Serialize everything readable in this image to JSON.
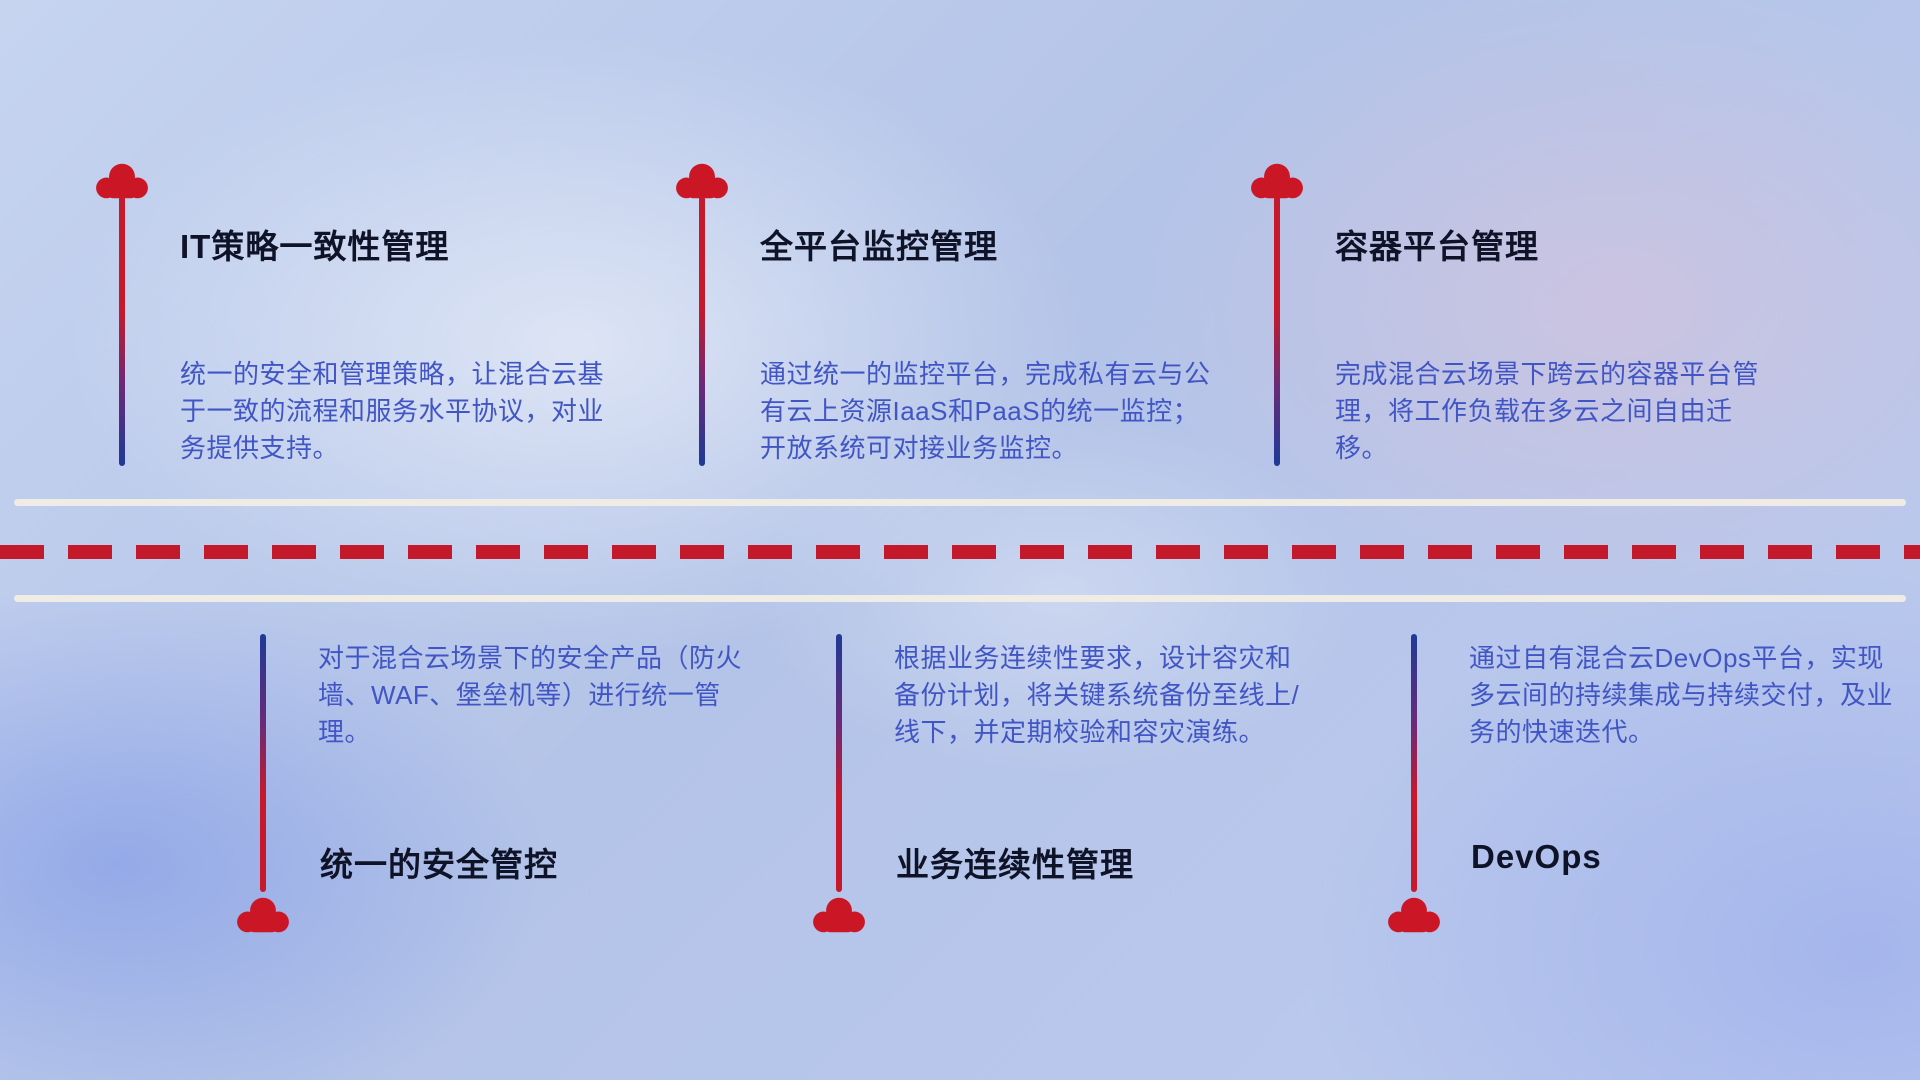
{
  "top_items": [
    {
      "title": "IT策略一致性管理",
      "description": "统一的安全和管理策略，让混合云基于一致的流程和服务水平协议，对业务提供支持。"
    },
    {
      "title": "全平台监控管理",
      "description": "通过统一的监控平台，完成私有云与公有云上资源IaaS和PaaS的统一监控；开放系统可对接业务监控。"
    },
    {
      "title": "容器平台管理",
      "description": "完成混合云场景下跨云的容器平台管理，将工作负载在多云之间自由迁移。"
    }
  ],
  "bottom_items": [
    {
      "title": "统一的安全管控",
      "description": "对于混合云场景下的安全产品（防火墙、WAF、堡垒机等）进行统一管理。"
    },
    {
      "title": "业务连续性管理",
      "description": "根据业务连续性要求，设计容灾和备份计划，将关键系统备份至线上/线下，并定期校验和容灾演练。"
    },
    {
      "title": "DevOps",
      "description": "通过自有混合云DevOps平台，实现多云间的持续集成与持续交付，及业务的快速迭代。"
    }
  ],
  "icons": {
    "marker": "cloud-icon"
  },
  "colors": {
    "accent_red": "#c6192b",
    "stem_blue": "#1e3a96",
    "title_text": "#0f1328",
    "description_text": "#4156c4",
    "road_line": "#efece6",
    "background_base": "#b4c4e8"
  }
}
